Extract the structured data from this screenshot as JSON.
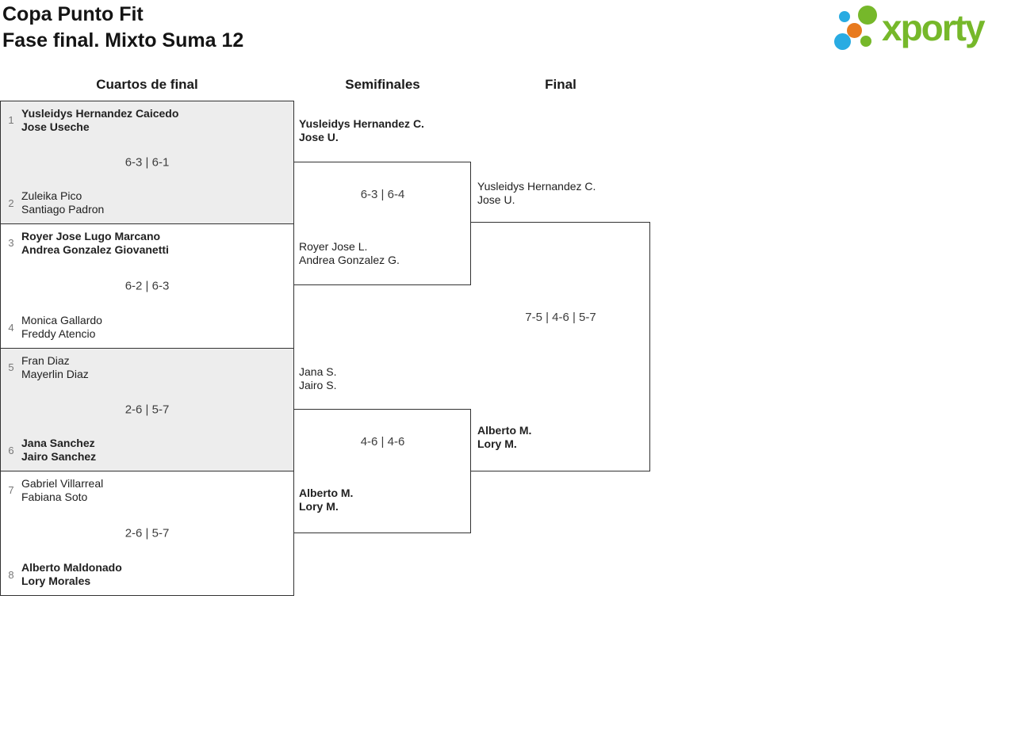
{
  "header": {
    "title": "Copa Punto Fit",
    "subtitle": "Fase final. Mixto Suma 12"
  },
  "logo": {
    "brand": "xporty",
    "dots": [
      "blue-small-dot",
      "green-big-dot",
      "orange-dot",
      "blue-big-dot",
      "green-small-dot"
    ],
    "colors": {
      "green": "#76b82a",
      "blue": "#29abe2",
      "orange": "#e87a1e"
    }
  },
  "rounds": {
    "quarterfinals_label": "Cuartos de final",
    "semifinals_label": "Semifinales",
    "final_label": "Final"
  },
  "colors": {
    "box_gray": "#ededed",
    "box_white": "#ffffff",
    "border": "#323232"
  },
  "quarterfinals": [
    {
      "seed_top": "1",
      "team_top_line1": "Yusleidys Hernandez Caicedo",
      "team_top_line2": "Jose Useche",
      "top_winner": true,
      "score": "6-3 | 6-1",
      "seed_bottom": "2",
      "team_bottom_line1": "Zuleika Pico",
      "team_bottom_line2": "Santiago Padron",
      "bottom_winner": false
    },
    {
      "seed_top": "3",
      "team_top_line1": "Royer Jose Lugo Marcano",
      "team_top_line2": "Andrea Gonzalez Giovanetti",
      "top_winner": true,
      "score": "6-2 | 6-3",
      "seed_bottom": "4",
      "team_bottom_line1": "Monica Gallardo",
      "team_bottom_line2": "Freddy Atencio",
      "bottom_winner": false
    },
    {
      "seed_top": "5",
      "team_top_line1": "Fran Diaz",
      "team_top_line2": "Mayerlin Diaz",
      "top_winner": false,
      "score": "2-6 | 5-7",
      "seed_bottom": "6",
      "team_bottom_line1": "Jana Sanchez",
      "team_bottom_line2": "Jairo Sanchez",
      "bottom_winner": true
    },
    {
      "seed_top": "7",
      "team_top_line1": "Gabriel Villarreal",
      "team_top_line2": "Fabiana Soto",
      "top_winner": false,
      "score": "2-6 | 5-7",
      "seed_bottom": "8",
      "team_bottom_line1": "Alberto Maldonado",
      "team_bottom_line2": "Lory Morales",
      "bottom_winner": true
    }
  ],
  "semifinals": [
    {
      "team_top_line1": "Yusleidys Hernandez C.",
      "team_top_line2": "Jose U.",
      "top_winner": true,
      "score": "6-3 | 6-4",
      "team_bottom_line1": "Royer Jose L.",
      "team_bottom_line2": "Andrea Gonzalez G.",
      "bottom_winner": false
    },
    {
      "team_top_line1": "Jana S.",
      "team_top_line2": "Jairo S.",
      "top_winner": false,
      "score": "4-6 | 4-6",
      "team_bottom_line1": "Alberto M.",
      "team_bottom_line2": "Lory M.",
      "bottom_winner": true
    }
  ],
  "final": {
    "team_top_line1": "Yusleidys Hernandez C.",
    "team_top_line2": "Jose U.",
    "top_winner": false,
    "score": "7-5 | 4-6 | 5-7",
    "team_bottom_line1": "Alberto M.",
    "team_bottom_line2": "Lory M.",
    "bottom_winner": true
  }
}
